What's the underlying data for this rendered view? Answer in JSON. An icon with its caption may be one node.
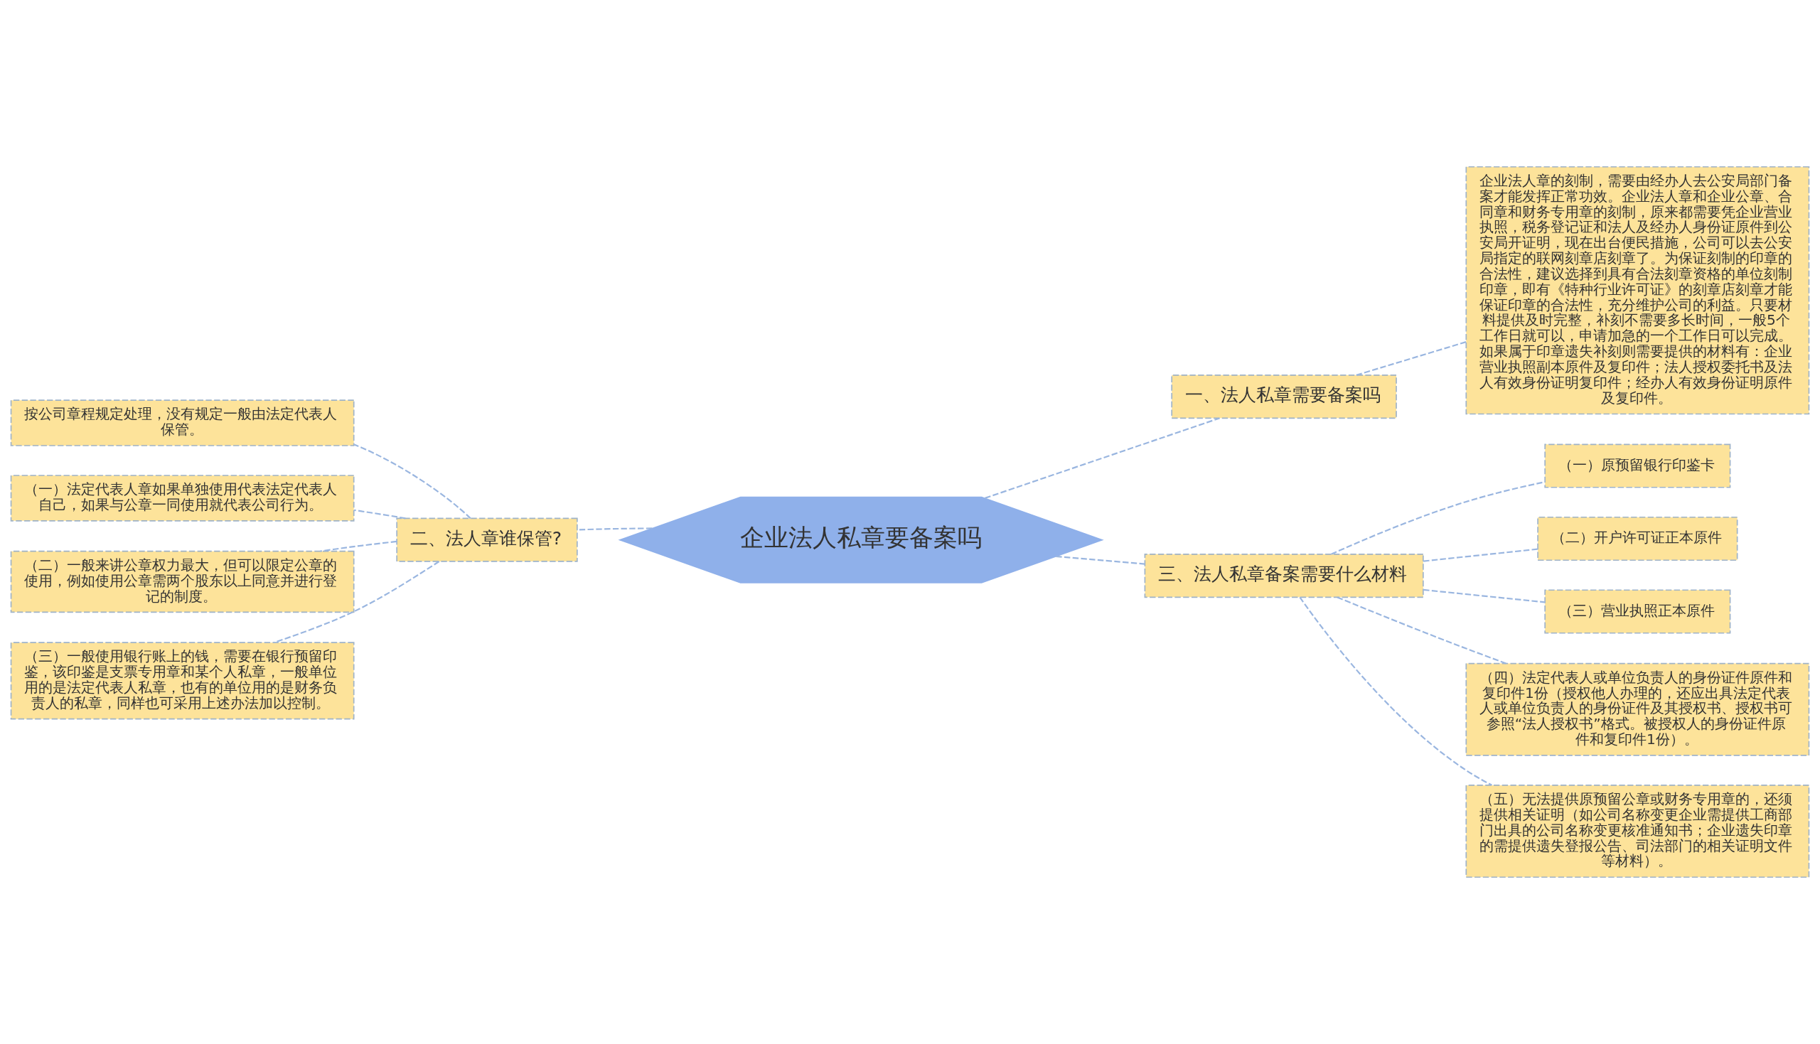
{
  "diagram": {
    "nodes": [
      {
        "text": [
          "企业法人私章要备案吗"
        ]
      },
      {
        "text": [
          "一、法人私章需要备案吗"
        ]
      },
      {
        "text": [
          "企业法人章的刻制，需要由经办人去公安局部门备案才能发挥正常功效。企业法人章和企业公章、合同章和财务专用章的刻制，原来都需要凭企业营业执照，税务登记证和法人及经办人身份证原件到公安局开证明，现在出台便民措施，公司可以去公安局指定的联网刻章店刻章了。为保证刻制的印章的合法性，建议选择到具有合法刻章资格的单位刻制印章，即有《特种行业许可证》的刻章店刻章才能保证印章的合法性，充分维护公司的利益。只要材料提供及时完整，补刻不需要多长时间，一般5个工作日就可以，申请加急的一个工作日可以完成。如果属于印章遗失补刻则需要提供的材料有：企业营业执照副本原件及复印件；法人授权委托书及法人有效身份证明复印件；经办人有效身份证明原件及复印件。"
        ]
      },
      {
        "text": [
          "二、法人章谁保管?"
        ]
      },
      {
        "text": [
          "按公司章程规定处理，没有规定一般由法定代表人保管。"
        ]
      },
      {
        "text": [
          "（一）法定代表人章如果单独使用代表法定代表人自己，如果与公章一同使用就代表公司行为。"
        ]
      },
      {
        "text": [
          "（二）一般来讲公章权力最大，但可以限定公章的使用，例如使用公章需两个股东以上同意并进行登记的制度。"
        ]
      },
      {
        "text": [
          "（三）一般使用银行账上的钱，需要在银行预留印鉴，该印鉴是支票专用章和某个人私章，一般单位用的是法定代表人私章，也有的单位用的是财务负责人的私章，同样也可采用上述办法加以控制。"
        ]
      },
      {
        "text": [
          "三、法人私章备案需要什么材料"
        ]
      },
      {
        "text": [
          "（一）原预留银行印鉴卡"
        ]
      },
      {
        "text": [
          "（二）开户许可证正本原件"
        ]
      },
      {
        "text": [
          "（三）营业执照正本原件"
        ]
      },
      {
        "text": [
          "（四）法定代表人或单位负责人的身份证件原件和复印件1份（授权他人办理的，还应出具法定代表人或单位负责人的身份证件及其授权书、授权书可参照“法人授权书”格式。被授权人的身份证件原件和复印件1份）。"
        ]
      },
      {
        "text": [
          "（五）无法提供原预留公章或财务专用章的，还须提供相关证明（如公司名称变更企业需提供工商部门出具的公司名称变更核准通知书；企业遗失印章的需提供遗失登报公告、司法部门的相关证明文件等材料）。"
        ]
      }
    ],
    "edges": [
      {
        "from": 0,
        "to": 1,
        "arrow": "none"
      },
      {
        "from": 1,
        "to": 2,
        "arrow": "none"
      },
      {
        "from": 0,
        "to": 3,
        "arrow": "none"
      },
      {
        "from": 3,
        "to": 4,
        "arrow": "none"
      },
      {
        "from": 3,
        "to": 5,
        "arrow": "none"
      },
      {
        "from": 3,
        "to": 6,
        "arrow": "none"
      },
      {
        "from": 3,
        "to": 7,
        "arrow": "none"
      },
      {
        "from": 0,
        "to": 8,
        "arrow": "none"
      },
      {
        "from": 8,
        "to": 9,
        "arrow": "none"
      },
      {
        "from": 8,
        "to": 10,
        "arrow": "none"
      },
      {
        "from": 8,
        "to": 11,
        "arrow": "none"
      },
      {
        "from": 8,
        "to": 12,
        "arrow": "none"
      },
      {
        "from": 8,
        "to": 13,
        "arrow": "none"
      }
    ]
  }
}
